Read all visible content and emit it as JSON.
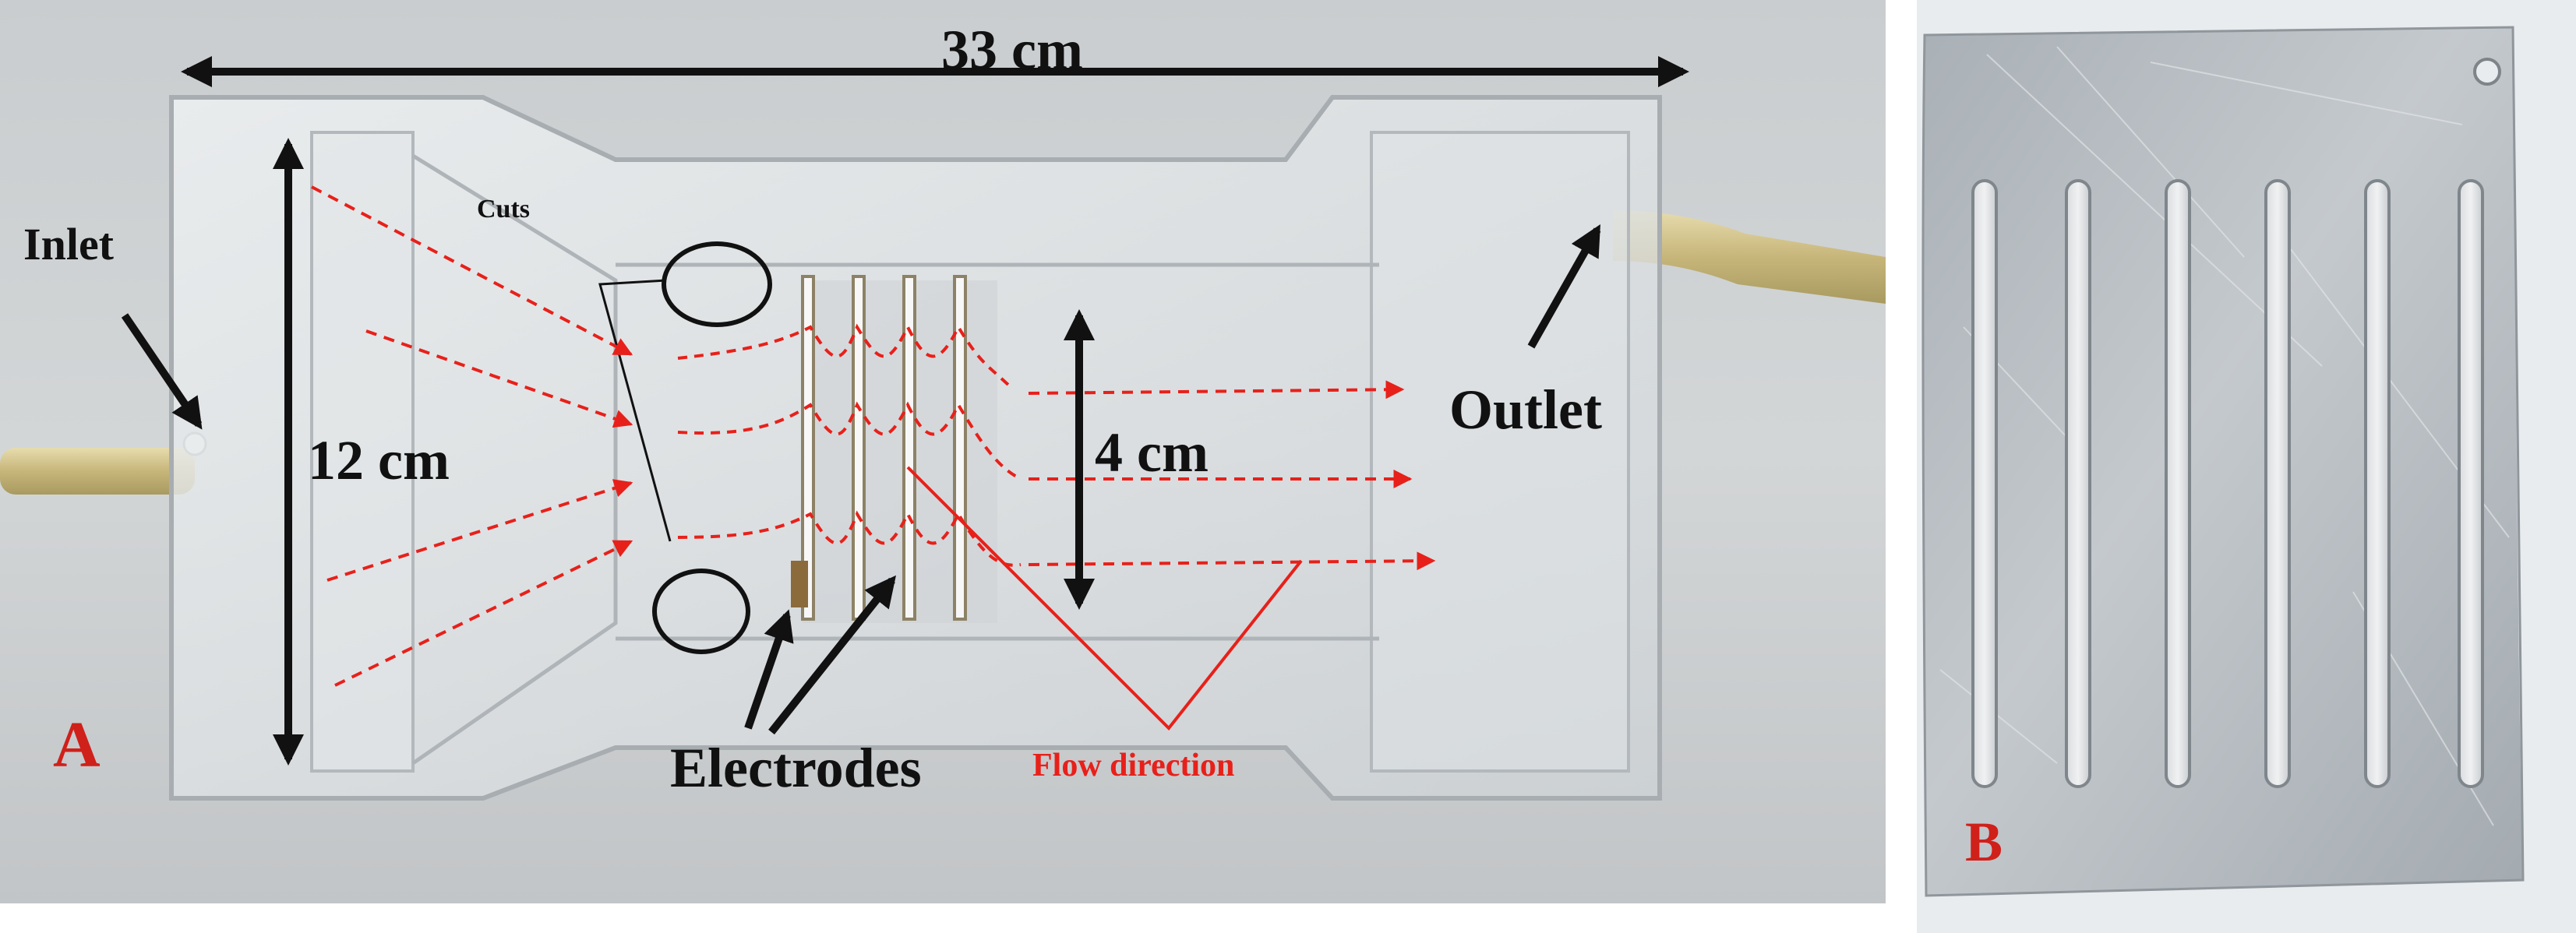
{
  "figure": {
    "panel_a": {
      "letter": "A",
      "labels": {
        "length": "33 cm",
        "width": "12 cm",
        "channel": "4 cm",
        "inlet": "Inlet",
        "outlet": "Outlet",
        "cuts": "Cuts",
        "electrodes": "Electrodes",
        "flow": "Flow direction"
      },
      "electrode_count": 4
    },
    "panel_b": {
      "letter": "B",
      "slot_count": 6
    }
  },
  "colors": {
    "annotation_red": "#e8201a",
    "panel_letter": "#d0201a",
    "arrow_black": "#111111",
    "acrylic": "#d8dde0",
    "aluminum": "#b6bcc2"
  }
}
